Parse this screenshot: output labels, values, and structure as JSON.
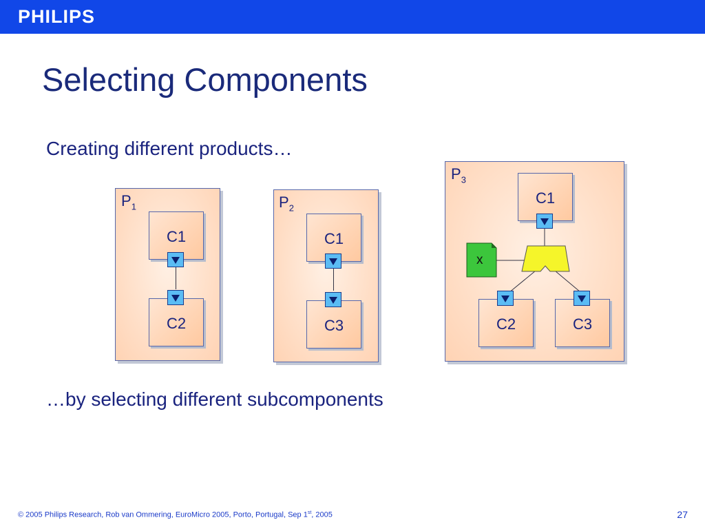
{
  "header": {
    "logo": "PHILIPS"
  },
  "slide": {
    "title": "Selecting Components",
    "line1": "Creating different products…",
    "line2": "…by selecting different subcomponents"
  },
  "diagram": {
    "p1": {
      "label": "P",
      "sub": "1",
      "top": "C1",
      "bottom": "C2"
    },
    "p2": {
      "label": "P",
      "sub": "2",
      "top": "C1",
      "bottom": "C3"
    },
    "p3": {
      "label": "P",
      "sub": "3",
      "top": "C1",
      "left": "C2",
      "right": "C3",
      "param": "x"
    }
  },
  "footer": {
    "text_before": "© 2005 Philips Research,  Rob van Ommering, EuroMicro 2005, Porto, Portugal, Sep 1",
    "sup": "st",
    "text_after": ", 2005",
    "page": "27"
  },
  "colors": {
    "header": "#1147e8",
    "product": "#ffd3b4",
    "port": "#5bbcf4",
    "switch": "#f5f52a",
    "param": "#3cc63c"
  }
}
